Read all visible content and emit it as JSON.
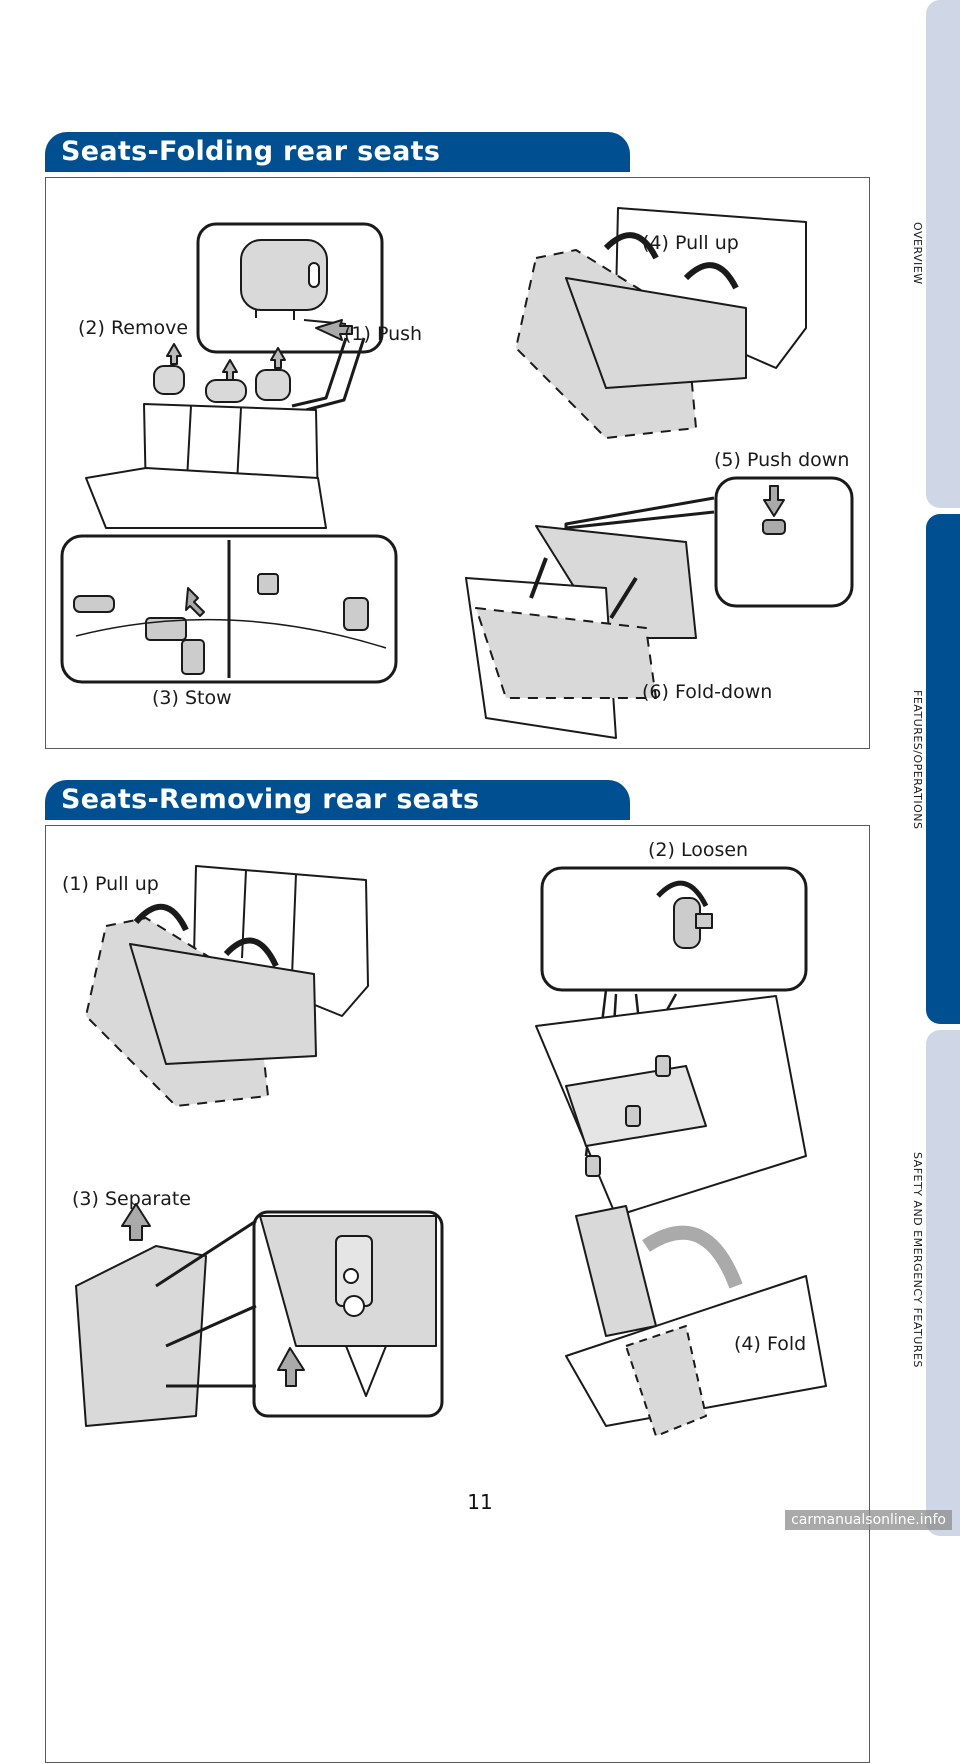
{
  "section_folding": {
    "title": "Seats-Folding rear seats",
    "labels": {
      "remove": "(2) Remove",
      "push": "(1) Push",
      "pull_up": "(4) Pull up",
      "push_down": "(5) Push down",
      "stow": "(3) Stow",
      "fold_down": "(6) Fold-down"
    }
  },
  "section_removing": {
    "title": "Seats-Removing rear seats",
    "labels": {
      "pull_up": "(1) Pull up",
      "loosen": "(2) Loosen",
      "separate": "(3) Separate",
      "fold": "(4) Fold"
    }
  },
  "side_tabs": [
    {
      "label": "OVERVIEW",
      "active": false
    },
    {
      "label": "FEATURES/OPERATIONS",
      "active": true
    },
    {
      "label": "SAFETY AND EMERGENCY FEATURES",
      "active": false
    }
  ],
  "page_number": "11",
  "watermark": "carmanualsonline.info",
  "colors": {
    "header": "#005091",
    "tab_active": "#005091",
    "tab_inactive": "#cfd6e6",
    "seat_fill": "#d9d9d9"
  }
}
